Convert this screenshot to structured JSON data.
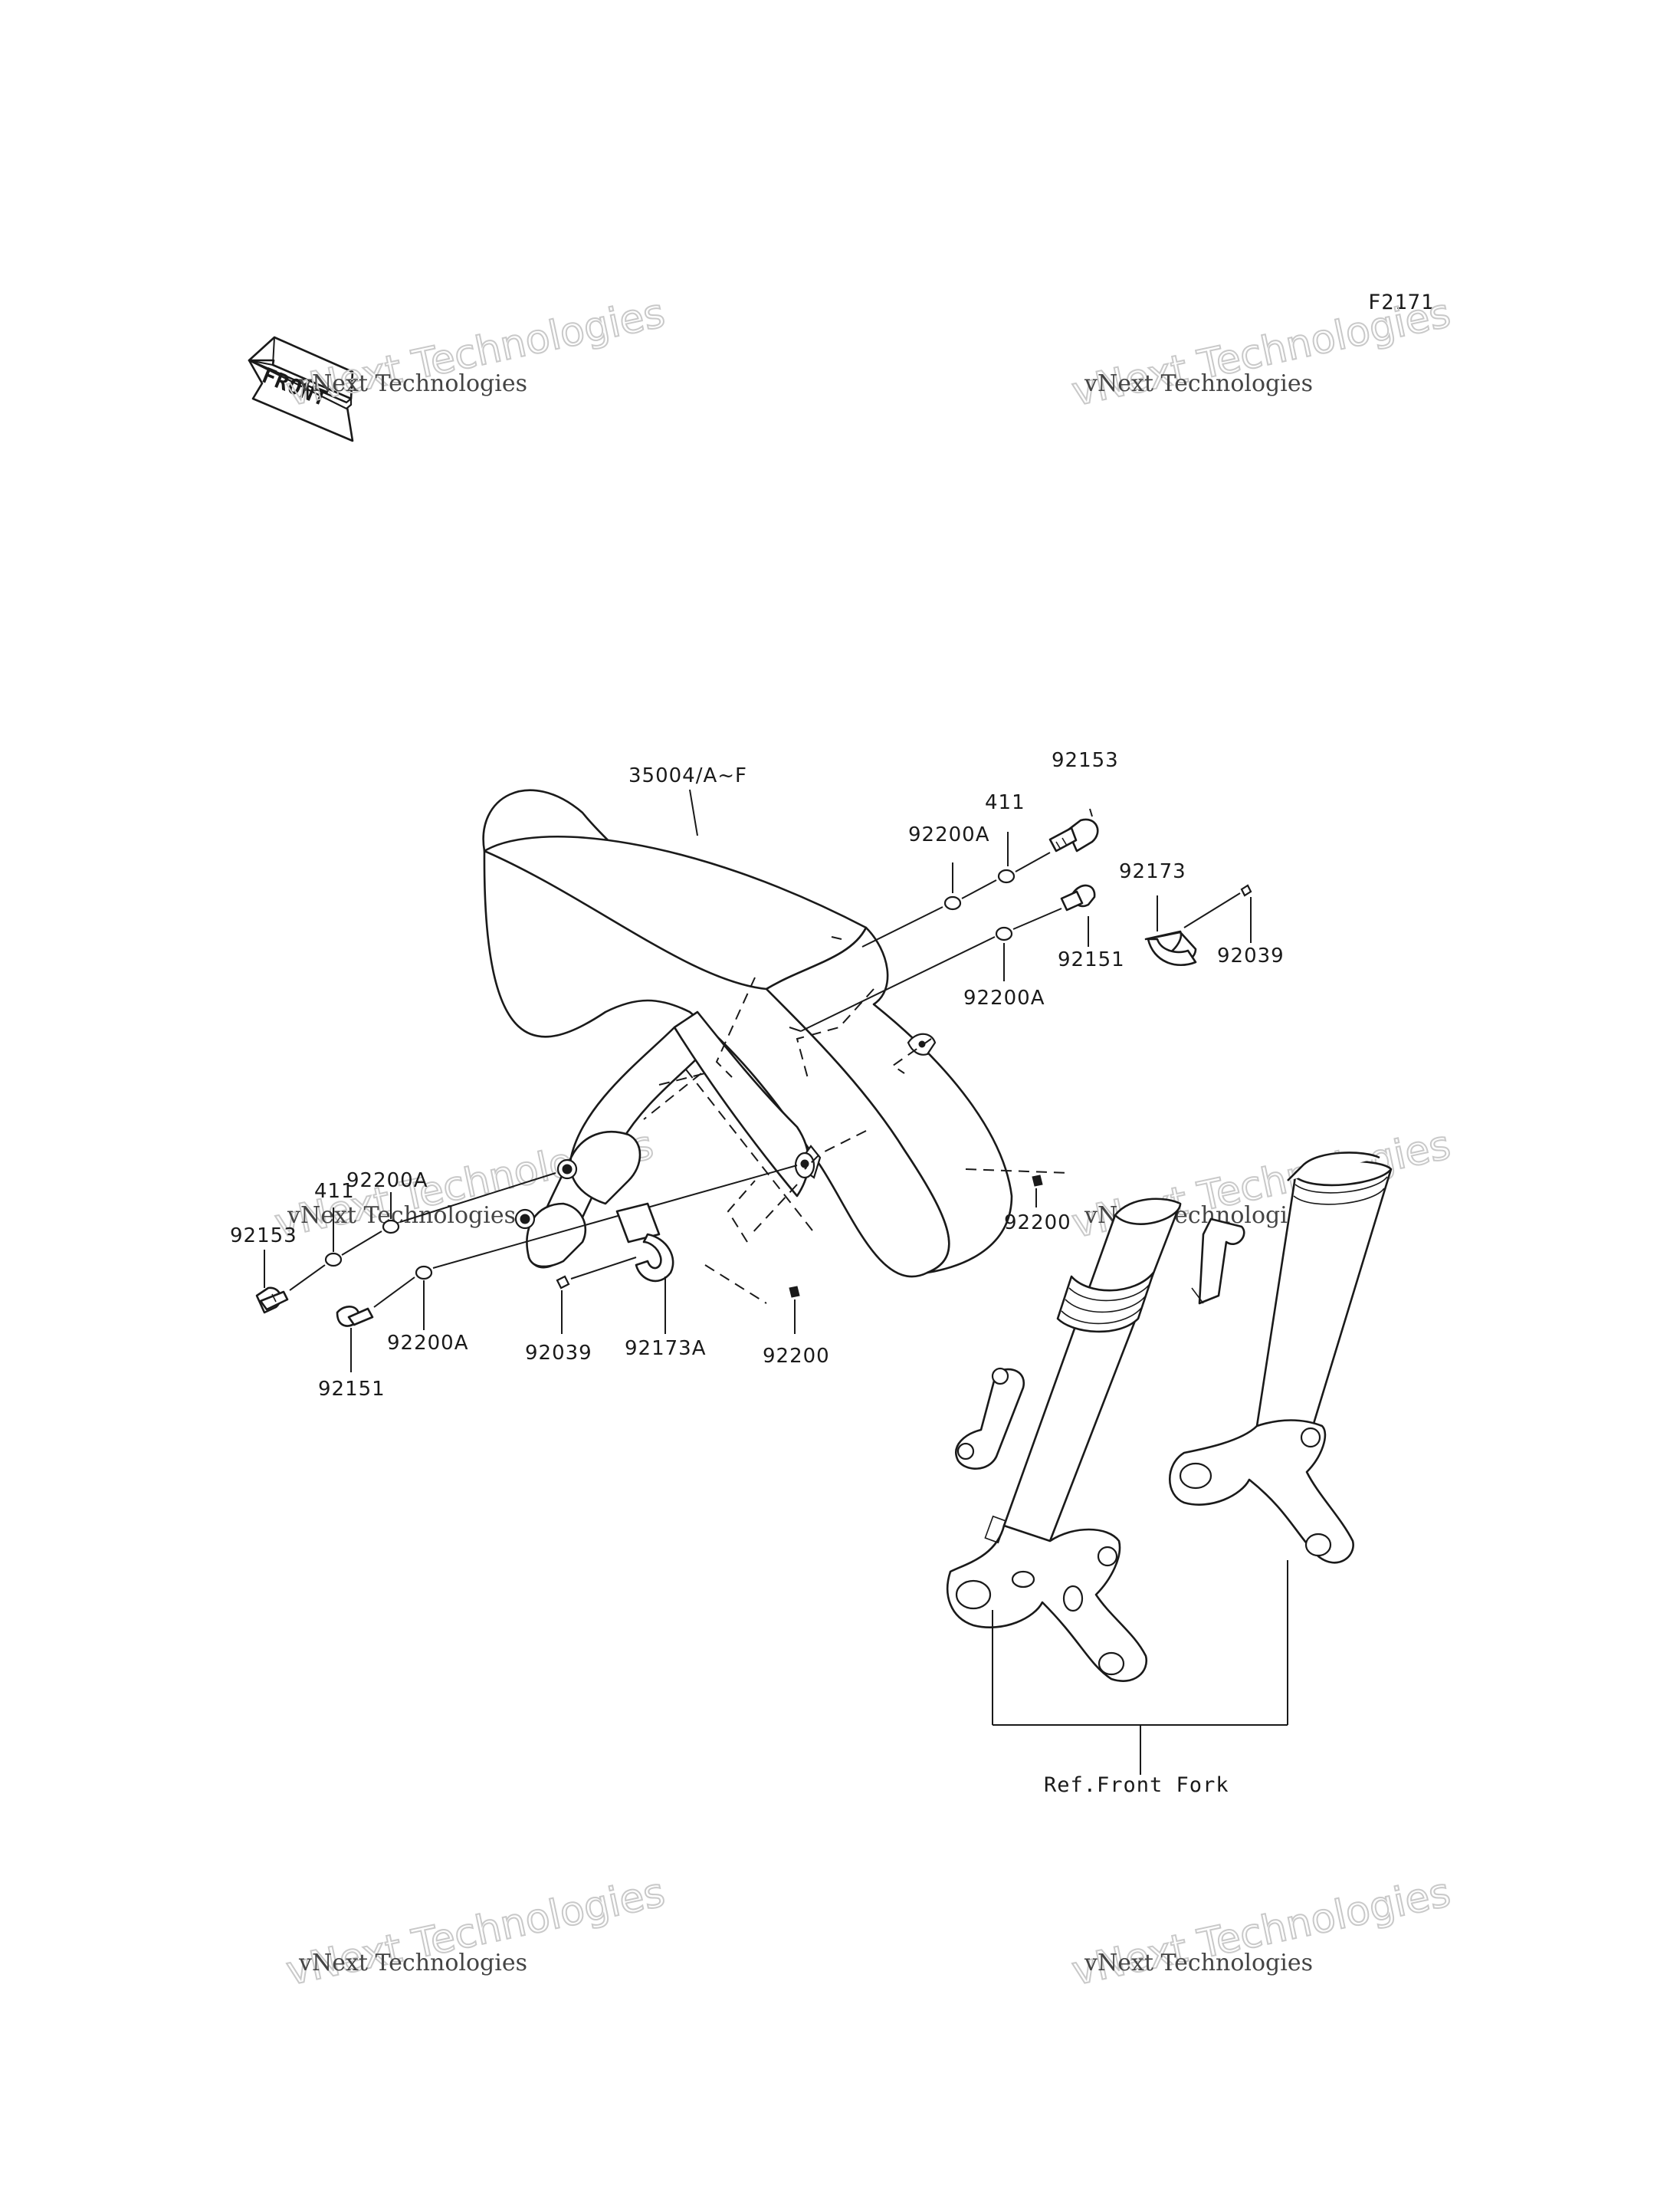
{
  "figure_code": "F2171",
  "front_arrow": {
    "label": "FRONT"
  },
  "watermark": {
    "line1": "vNext Technologies",
    "line2": "vNext Technologies"
  },
  "callouts": {
    "fender": "35004/A~F",
    "bolt_right_top": "92153",
    "washer_right_top": "411",
    "spacer_right_top": "92200A",
    "bolt_right_mid": "92151",
    "spacer_right_mid": "92200A",
    "clamp_right": "92173",
    "screw_right": "92039",
    "nut_right": "92200",
    "spacer_left_top": "92200A",
    "washer_left": "411",
    "bolt_left_top": "92153",
    "bolt_left_bottom": "92151",
    "spacer_left_bottom": "92200A",
    "screw_left": "92039",
    "clamp_left": "92173A",
    "nut_left": "92200",
    "ref_front_fork": "Ref.Front Fork"
  },
  "icons": [
    "front-arrow-icon"
  ]
}
